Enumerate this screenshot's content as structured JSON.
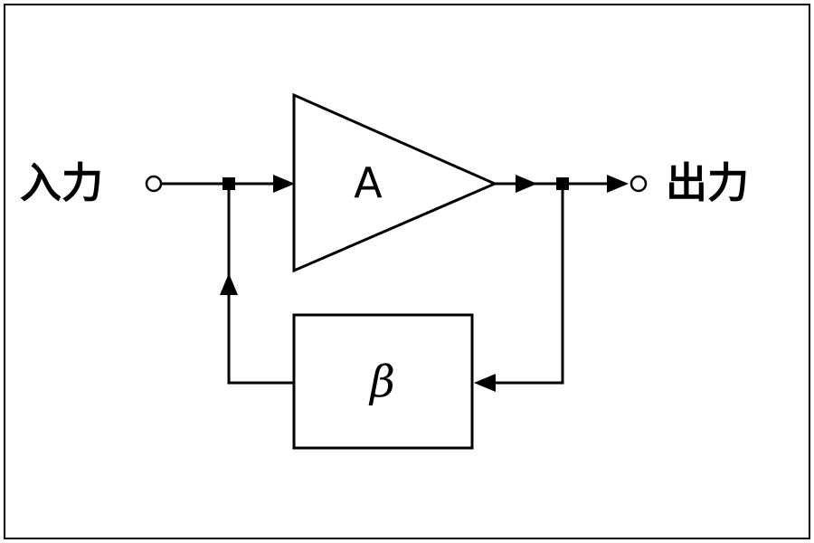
{
  "diagram": {
    "input_label": "入力",
    "output_label": "出力",
    "amplifier_label": "A",
    "feedback_label": "β"
  }
}
